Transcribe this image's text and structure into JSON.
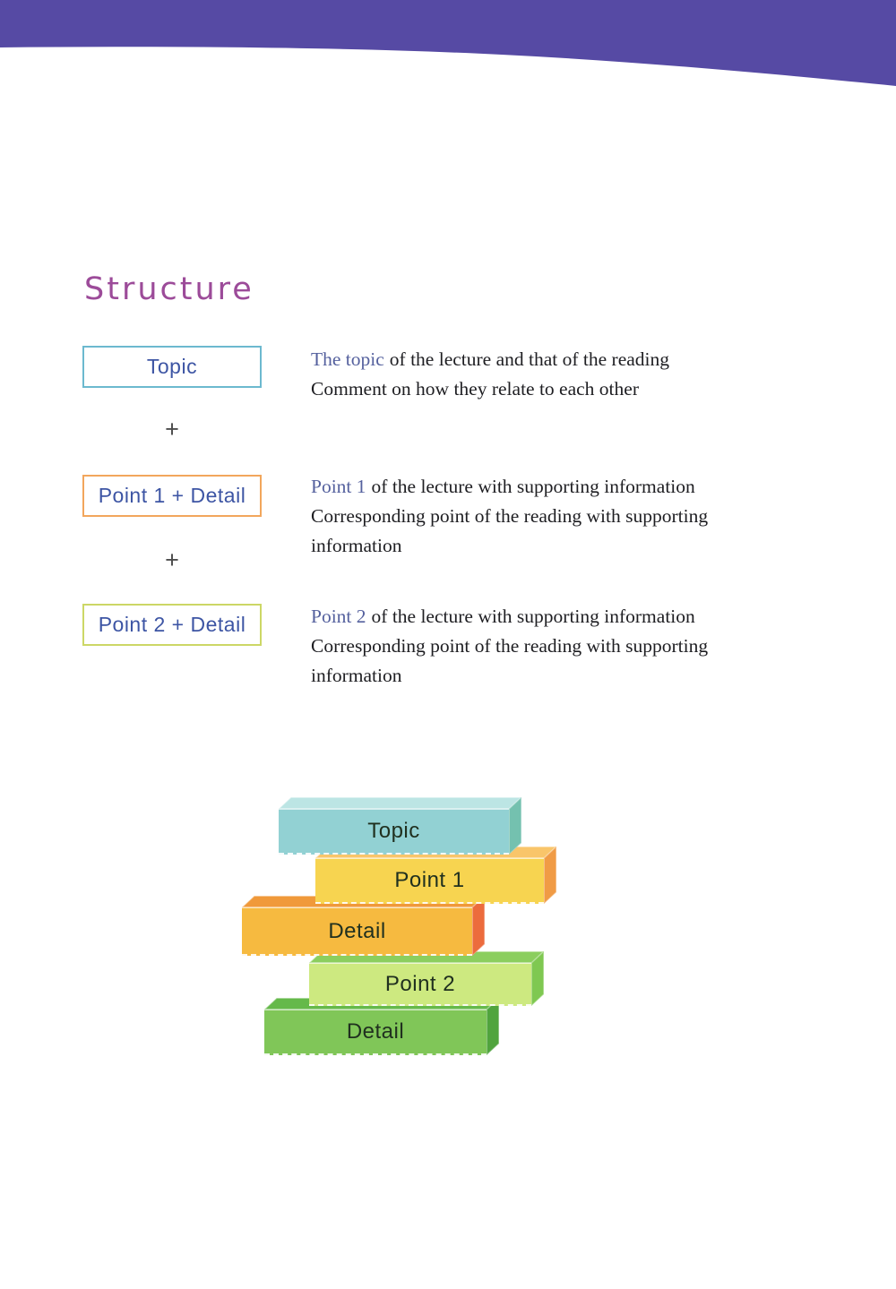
{
  "page": {
    "heading": "Structure",
    "heading_color": "#9c4b99",
    "band_color": "#564aa4",
    "background_color": "#ffffff"
  },
  "outline": {
    "plus": "+",
    "lead_color": "#55619e",
    "box_label_color": "#3d55a4",
    "rows": [
      {
        "box_label": "Topic",
        "box_border": "#6cb9cf",
        "lead": "The topic",
        "line1_rest": "of the lecture and that of the reading",
        "line2": "Comment on how they relate to each other"
      },
      {
        "box_label": "Point 1 + Detail",
        "box_border": "#f2a65c",
        "lead": "Point 1",
        "line1_rest": "of the lecture with supporting information",
        "line2": "Corresponding point of the reading with supporting information"
      },
      {
        "box_label": "Point 2 + Detail",
        "box_border": "#ccd766",
        "lead": "Point 2",
        "line1_rest": "of the lecture with supporting information",
        "line2": "Corresponding point of the reading with supporting information"
      }
    ]
  },
  "diagram": {
    "blocks": [
      {
        "label": "Topic",
        "front": "#92d1d3",
        "top": "#bce5e4",
        "side": "#74c1af"
      },
      {
        "label": "Point 1",
        "front": "#f7d450",
        "top": "#f9c56a",
        "side": "#f09b45"
      },
      {
        "label": "Detail",
        "front": "#f6ba40",
        "top": "#f0993a",
        "side": "#ec6b3d"
      },
      {
        "label": "Point 2",
        "front": "#cde980",
        "top": "#8bce5e",
        "side": "#7fc851"
      },
      {
        "label": "Detail",
        "front": "#80c658",
        "top": "#65b94a",
        "side": "#50a43d"
      }
    ]
  }
}
